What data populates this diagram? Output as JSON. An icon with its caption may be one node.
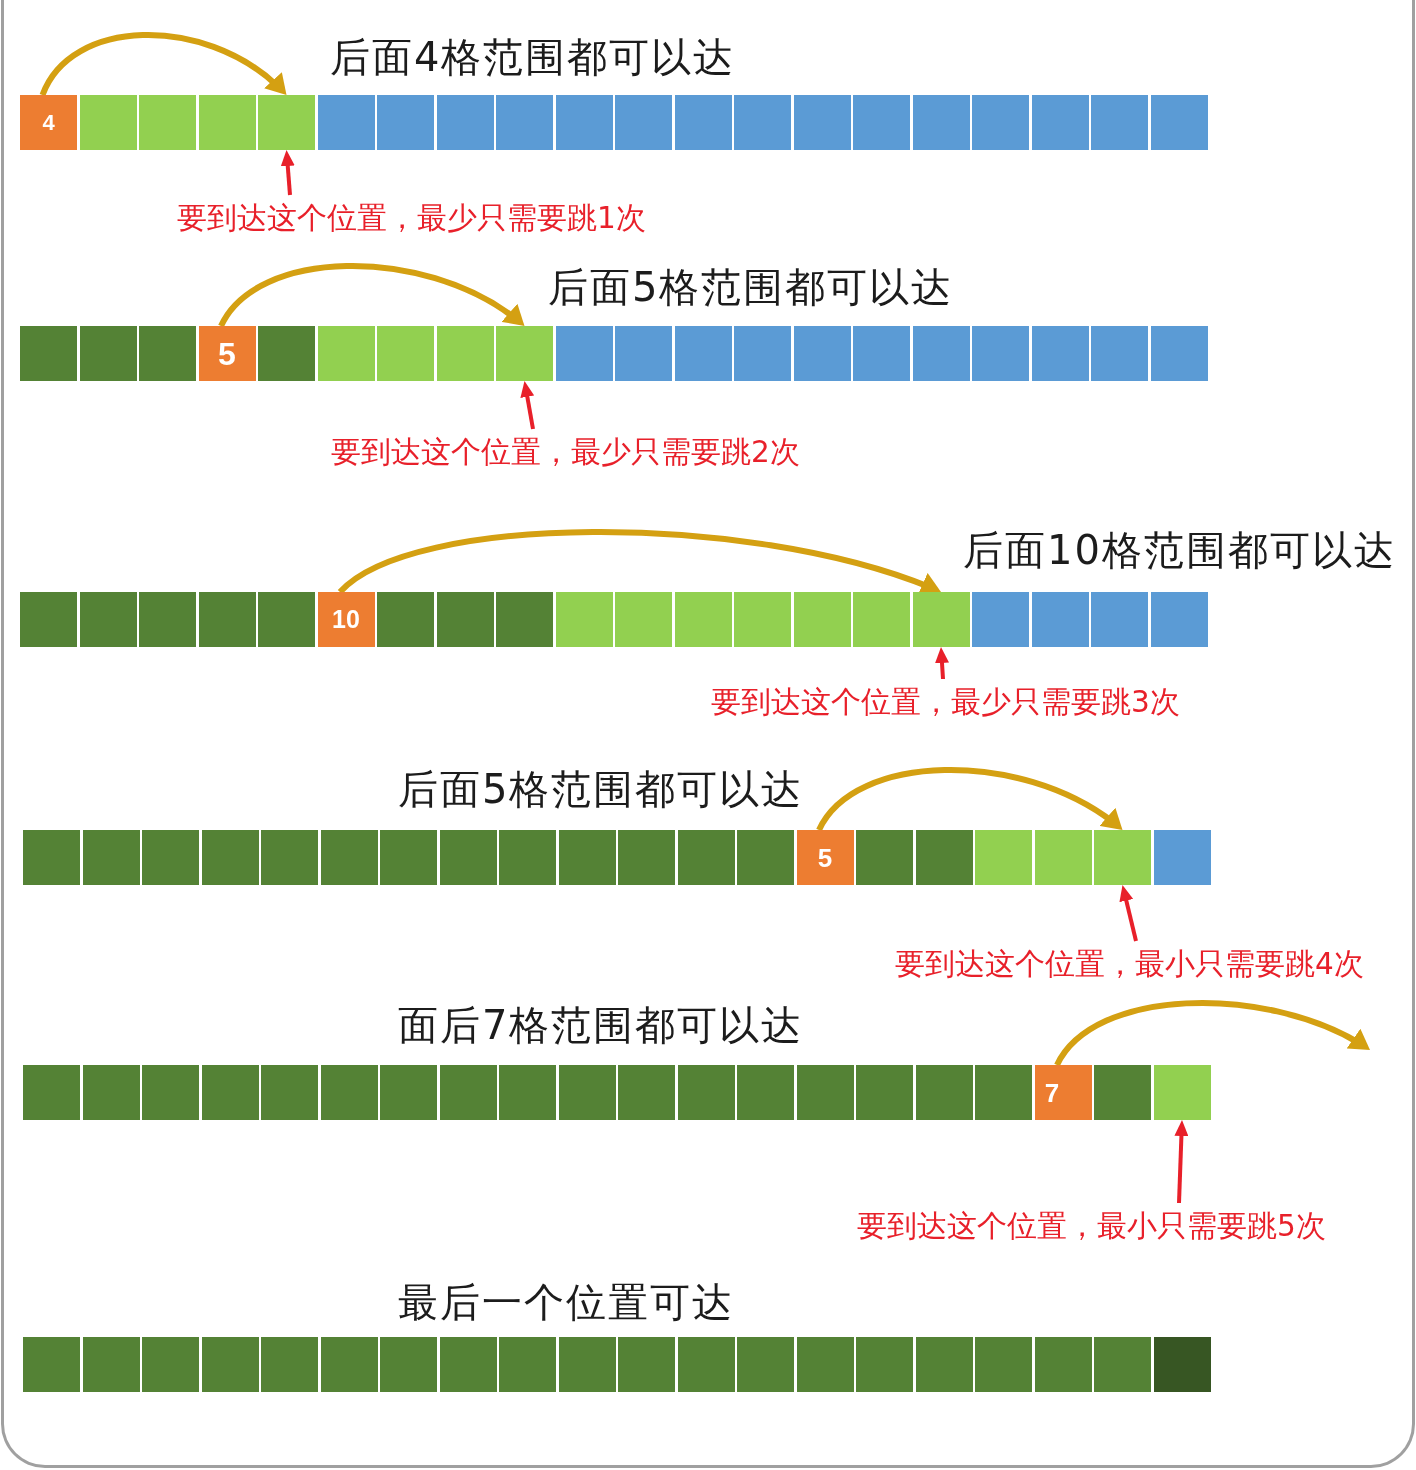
{
  "diagram": {
    "nodes": [
      {
        "text": [
          "4"
        ]
      },
      {
        "text": [],
        "shape": "box"
      },
      {
        "text": [],
        "shape": "box"
      },
      {
        "text": [],
        "shape": "box"
      },
      {
        "text": [],
        "shape": "box"
      },
      {
        "text": [],
        "shape": "box"
      },
      {
        "text": [],
        "shape": "box"
      },
      {
        "text": [],
        "shape": "box"
      },
      {
        "text": [],
        "shape": "box"
      },
      {
        "text": [],
        "shape": "box"
      },
      {
        "text": [],
        "shape": "box"
      },
      {
        "text": [],
        "shape": "box"
      },
      {
        "text": [],
        "shape": "box"
      },
      {
        "text": [],
        "shape": "box"
      },
      {
        "text": [],
        "shape": "box"
      },
      {
        "text": [],
        "shape": "box"
      },
      {
        "text": [],
        "shape": "box"
      },
      {
        "text": [],
        "shape": "box"
      },
      {
        "text": [],
        "shape": "box"
      },
      {
        "text": [],
        "shape": "box"
      },
      {
        "text": [
          "要到达这个位置，最少只需要跳1次"
        ]
      },
      {
        "text": [],
        "shape": "box"
      },
      {
        "text": [],
        "shape": "box"
      },
      {
        "text": [],
        "shape": "box"
      },
      {
        "text": [
          "5"
        ]
      },
      {
        "text": [],
        "shape": "box"
      },
      {
        "text": [],
        "shape": "box"
      },
      {
        "text": [],
        "shape": "box"
      },
      {
        "text": [],
        "shape": "box"
      },
      {
        "text": [],
        "shape": "box"
      },
      {
        "text": [],
        "shape": "box"
      },
      {
        "text": [],
        "shape": "box"
      },
      {
        "text": [],
        "shape": "box"
      },
      {
        "text": [],
        "shape": "box"
      },
      {
        "text": [],
        "shape": "box"
      },
      {
        "text": [],
        "shape": "box"
      },
      {
        "text": [],
        "shape": "box"
      },
      {
        "text": [],
        "shape": "box"
      },
      {
        "text": [],
        "shape": "box"
      },
      {
        "text": [],
        "shape": "box"
      },
      {
        "text": [],
        "shape": "box"
      },
      {
        "text": [
          "要到达这个位置，最少只需要跳2次"
        ]
      },
      {
        "text": [],
        "shape": "box"
      },
      {
        "text": [],
        "shape": "box"
      },
      {
        "text": [],
        "shape": "box"
      },
      {
        "text": [],
        "shape": "box"
      },
      {
        "text": [],
        "shape": "box"
      },
      {
        "text": [
          "10"
        ]
      },
      {
        "text": [],
        "shape": "box"
      },
      {
        "text": [],
        "shape": "box"
      },
      {
        "text": [],
        "shape": "box"
      },
      {
        "text": [],
        "shape": "box"
      },
      {
        "text": [],
        "shape": "box"
      },
      {
        "text": [],
        "shape": "box"
      },
      {
        "text": [],
        "shape": "box"
      },
      {
        "text": [],
        "shape": "box"
      },
      {
        "text": [],
        "shape": "box"
      },
      {
        "text": [],
        "shape": "box"
      },
      {
        "text": [],
        "shape": "box"
      },
      {
        "text": [],
        "shape": "box"
      },
      {
        "text": [],
        "shape": "box"
      },
      {
        "text": [],
        "shape": "box"
      },
      {
        "text": [
          "要到达这个位置，最少只需要跳3次"
        ]
      },
      {
        "text": [],
        "shape": "box"
      },
      {
        "text": [],
        "shape": "box"
      },
      {
        "text": [],
        "shape": "box"
      },
      {
        "text": [],
        "shape": "box"
      },
      {
        "text": [],
        "shape": "box"
      },
      {
        "text": [],
        "shape": "box"
      },
      {
        "text": [],
        "shape": "box"
      },
      {
        "text": [],
        "shape": "box"
      },
      {
        "text": [],
        "shape": "box"
      },
      {
        "text": [],
        "shape": "box"
      },
      {
        "text": [],
        "shape": "box"
      },
      {
        "text": [],
        "shape": "box"
      },
      {
        "text": [],
        "shape": "box"
      },
      {
        "text": [
          "5"
        ]
      },
      {
        "text": [],
        "shape": "box"
      },
      {
        "text": [],
        "shape": "box"
      },
      {
        "text": [],
        "shape": "box"
      },
      {
        "text": [],
        "shape": "box"
      },
      {
        "text": [],
        "shape": "box"
      },
      {
        "text": [],
        "shape": "box"
      },
      {
        "text": [
          "要到达这个位置，最小只需要跳4次"
        ]
      },
      {
        "text": [],
        "shape": "box"
      },
      {
        "text": [],
        "shape": "box"
      },
      {
        "text": [],
        "shape": "box"
      },
      {
        "text": [],
        "shape": "box"
      },
      {
        "text": [],
        "shape": "box"
      },
      {
        "text": [],
        "shape": "box"
      },
      {
        "text": [],
        "shape": "box"
      },
      {
        "text": [],
        "shape": "box"
      },
      {
        "text": [],
        "shape": "box"
      },
      {
        "text": [],
        "shape": "box"
      },
      {
        "text": [],
        "shape": "box"
      },
      {
        "text": [],
        "shape": "box"
      },
      {
        "text": [],
        "shape": "box"
      },
      {
        "text": [],
        "shape": "box"
      },
      {
        "text": [],
        "shape": "box"
      },
      {
        "text": [],
        "shape": "box"
      },
      {
        "text": [],
        "shape": "box"
      },
      {
        "text": [
          "7"
        ]
      },
      {
        "text": [],
        "shape": "box"
      },
      {
        "text": [],
        "shape": "box"
      },
      {
        "text": [
          "要到达这个位置，最小只需要跳5次"
        ]
      },
      {
        "text": [],
        "shape": "box"
      },
      {
        "text": [],
        "shape": "box"
      },
      {
        "text": [],
        "shape": "box"
      },
      {
        "text": [],
        "shape": "box"
      },
      {
        "text": [],
        "shape": "box"
      },
      {
        "text": [],
        "shape": "box"
      },
      {
        "text": [],
        "shape": "box"
      },
      {
        "text": [],
        "shape": "box"
      },
      {
        "text": [],
        "shape": "box"
      },
      {
        "text": [],
        "shape": "box"
      },
      {
        "text": [],
        "shape": "box"
      },
      {
        "text": [],
        "shape": "box"
      },
      {
        "text": [],
        "shape": "box"
      },
      {
        "text": [],
        "shape": "box"
      },
      {
        "text": [],
        "shape": "box"
      },
      {
        "text": [],
        "shape": "box"
      },
      {
        "text": [],
        "shape": "box"
      },
      {
        "text": [],
        "shape": "box"
      },
      {
        "text": [],
        "shape": "box"
      },
      {
        "text": [],
        "shape": "box"
      }
    ],
    "edges": [
      {
        "from": 0,
        "to": 4,
        "arrow": "to"
      },
      {
        "from": 20,
        "to": 4,
        "arrow": "to",
        "color": "#e8202a"
      },
      {
        "from": 24,
        "to": 29,
        "arrow": "to"
      },
      {
        "from": 41,
        "to": 29,
        "arrow": "to",
        "color": "#e8202a"
      },
      {
        "from": 47,
        "to": 57,
        "arrow": "to"
      },
      {
        "from": 62,
        "to": 57,
        "arrow": "to",
        "color": "#e8202a"
      },
      {
        "from": 76,
        "to": 81,
        "arrow": "to"
      },
      {
        "from": 83,
        "to": 81,
        "arrow": "to",
        "color": "#e8202a"
      },
      {
        "from": 101,
        "to": null,
        "arrow": "to"
      },
      {
        "from": 104,
        "to": 103,
        "arrow": "to",
        "color": "#e8202a"
      }
    ],
    "labels": [
      "后面4格范围都可以达",
      "后面5格范围都可以达",
      "后面10格范围都可以达",
      "后面5格范围都可以达",
      "面后7格范围都可以达",
      "最后一个位置可达"
    ]
  }
}
